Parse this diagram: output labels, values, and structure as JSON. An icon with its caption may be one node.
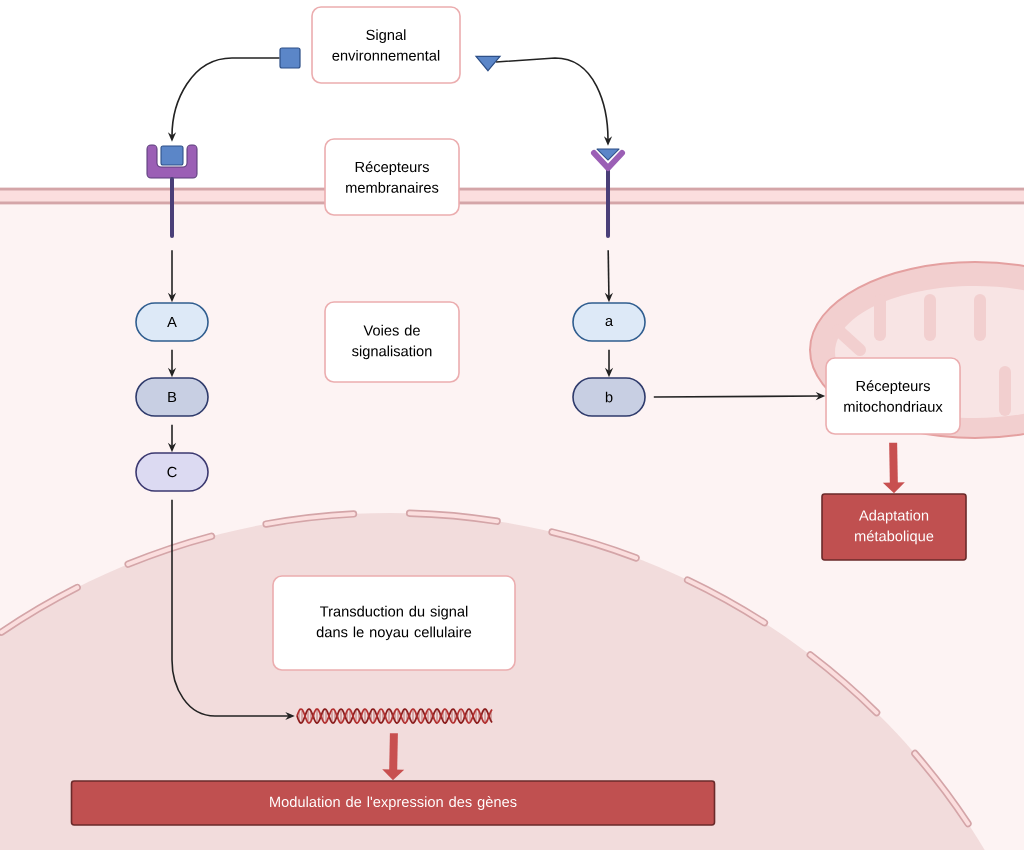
{
  "diagram": {
    "nodes": [
      {
        "text": [
          "Signal environnemental"
        ]
      },
      {
        "text": [
          "Récepteurs membranaires"
        ]
      },
      {
        "text": [
          "Voies de signalisation"
        ]
      },
      {
        "text": [
          "A"
        ]
      },
      {
        "text": [
          "B"
        ]
      },
      {
        "text": [
          "C"
        ]
      },
      {
        "text": [
          "a"
        ]
      },
      {
        "text": [
          "b"
        ]
      },
      {
        "text": [
          "Récepteurs mitochondriaux"
        ]
      },
      {
        "text": [
          "Adaptation métabolique"
        ]
      },
      {
        "text": [
          "Transduction du signal dans le noyau cellulaire"
        ]
      },
      {
        "text": [
          "Modulation de l'expression des gènes"
        ]
      },
      {
        "text": [],
        "shape": "box"
      },
      {
        "text": [],
        "shape": "triangle"
      },
      {
        "text": [],
        "shape": "picture"
      },
      {
        "text": [],
        "shape": "picture"
      },
      {
        "text": [],
        "shape": "picture"
      }
    ],
    "edges": [
      {
        "from": 12,
        "to": 14,
        "arrow": "to"
      },
      {
        "from": 13,
        "to": 15,
        "arrow": "to"
      },
      {
        "from": 14,
        "to": 3,
        "arrow": "to"
      },
      {
        "from": 3,
        "to": 4,
        "arrow": "to"
      },
      {
        "from": 4,
        "to": 5,
        "arrow": "to"
      },
      {
        "from": 15,
        "to": 6,
        "arrow": "to"
      },
      {
        "from": 6,
        "to": 7,
        "arrow": "to"
      },
      {
        "from": 7,
        "to": 8,
        "arrow": "to"
      },
      {
        "from": 5,
        "to": 16,
        "arrow": "to"
      },
      {
        "from": 8,
        "to": 9,
        "arrow": "to",
        "style": "thick",
        "color": "#c85050"
      },
      {
        "from": 16,
        "to": 11,
        "arrow": "to",
        "style": "thick",
        "color": "#c85050"
      }
    ]
  }
}
